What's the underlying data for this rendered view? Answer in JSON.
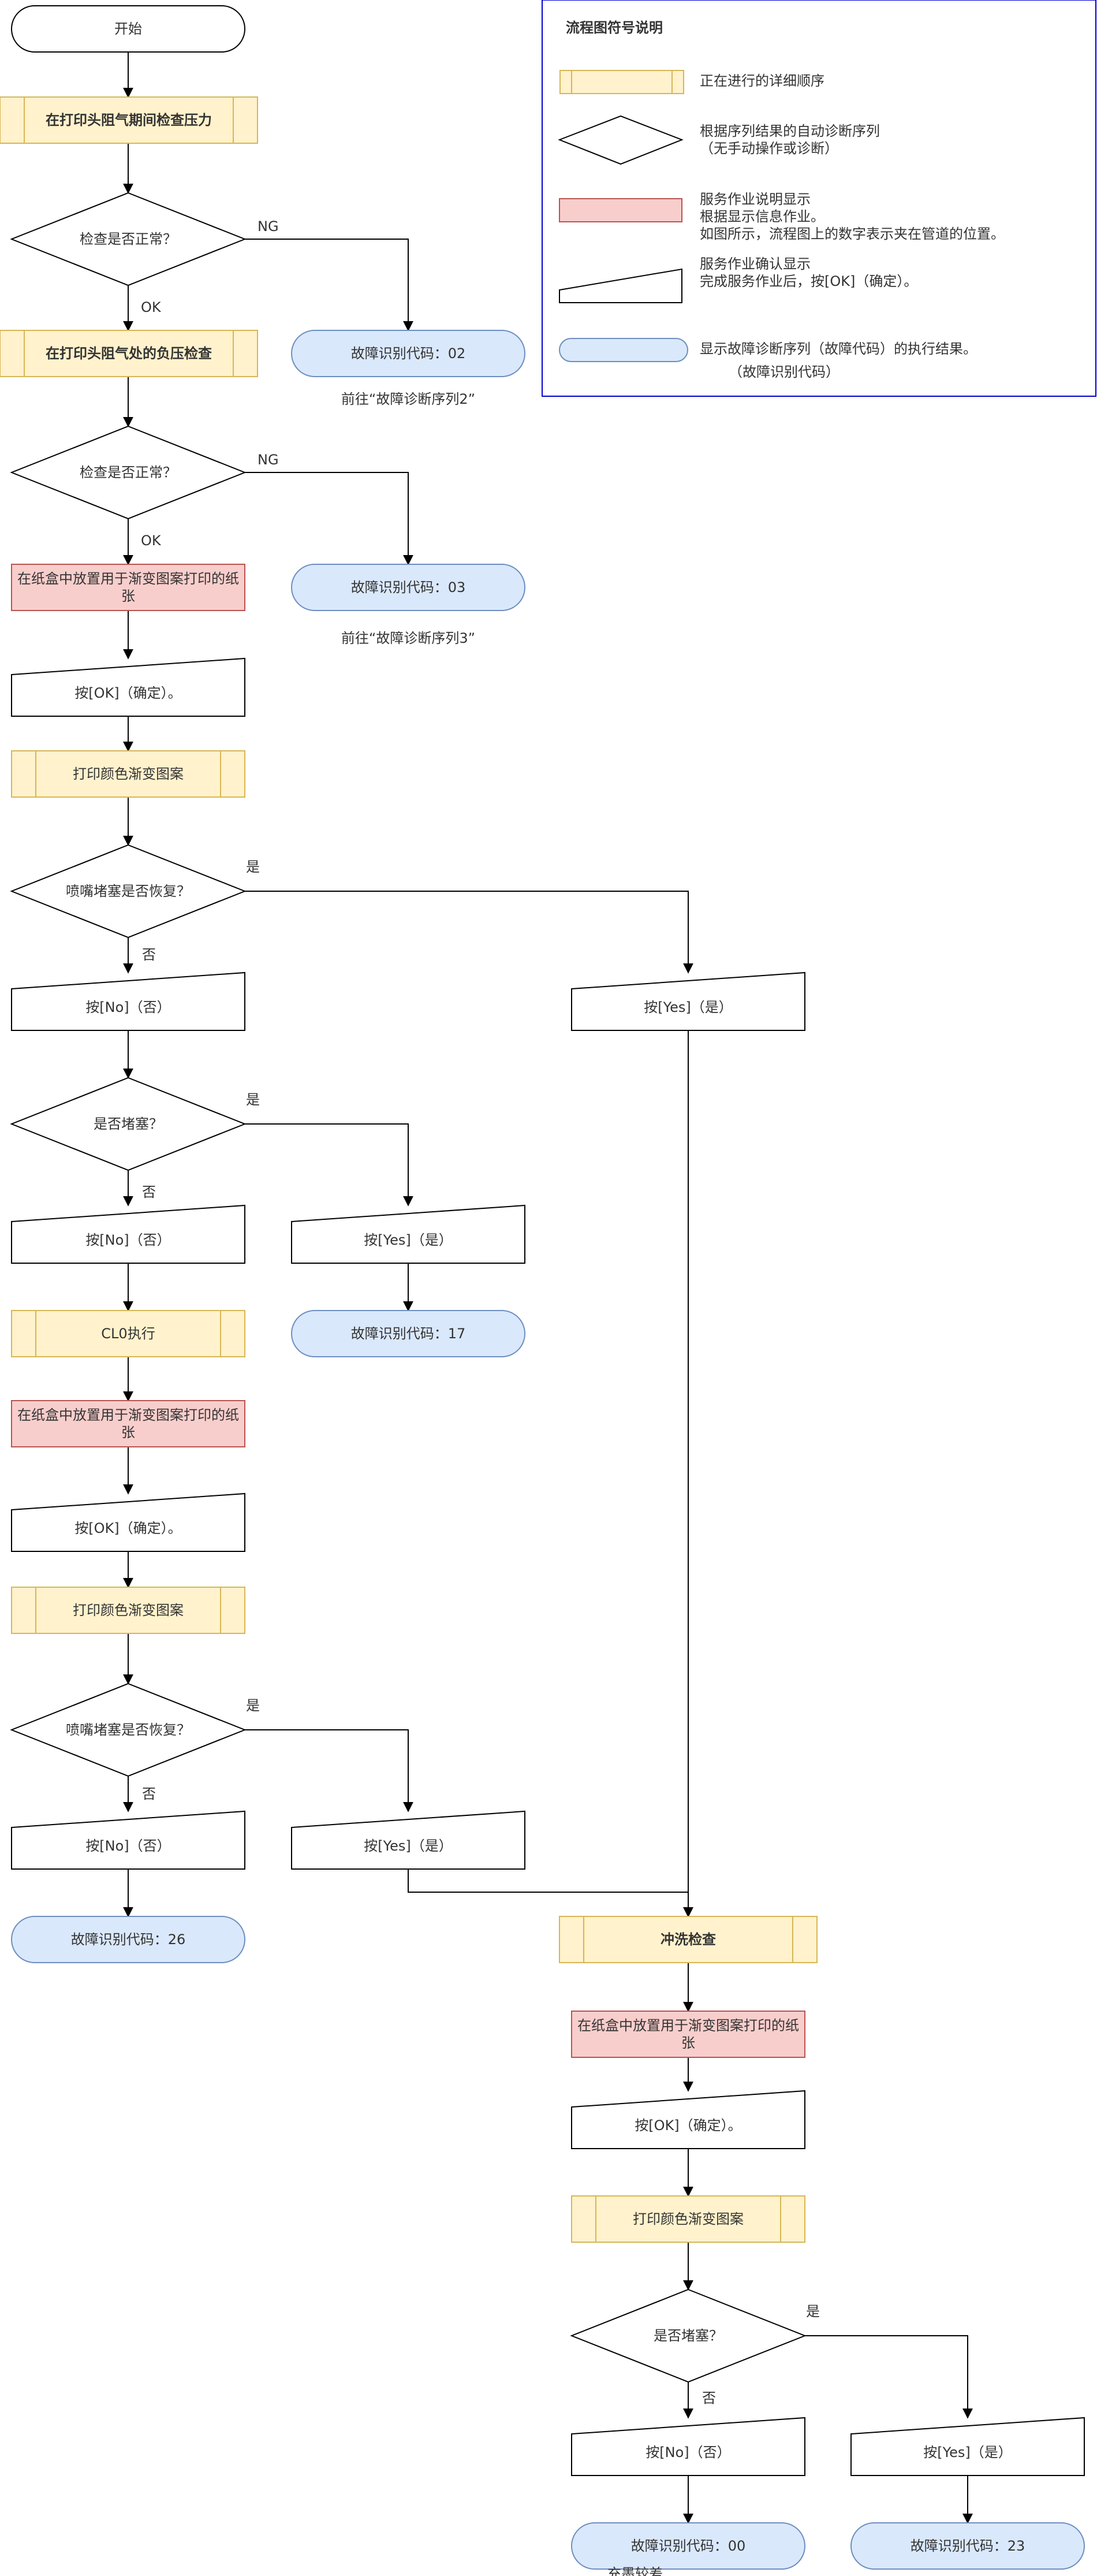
{
  "start": "开始",
  "legend": {
    "title": "流程图符号说明",
    "items": [
      [
        "正在进行的详细顺序"
      ],
      [
        "根据序列结果的自动诊断序列",
        "（无手动操作或诊断）"
      ],
      [
        "服务作业说明显示",
        "根据显示信息作业。",
        "如图所示，流程图上的数字表示夹在管道的位置。"
      ],
      [
        "服务作业确认显示",
        "完成服务作业后，按[OK]（确定）。"
      ],
      [
        "显示故障诊断序列（故障代码）的执行结果。",
        "（故障识别代码）"
      ]
    ]
  },
  "edges": {
    "ng": "NG",
    "ok": "OK",
    "yes": "是",
    "no": "否"
  },
  "colors": {
    "process_fill": "#fff2cc",
    "process_stroke": "#d6b656",
    "service_fill": "#f8cecc",
    "service_stroke": "#b85450",
    "terminal_fill": "#dae8fc",
    "terminal_stroke": "#6c8ebf",
    "legend_border": "#0000cc"
  },
  "nodes": {
    "p_pressure": "在打印头阻气期间检查压力",
    "d_check1": "检查是否正常？",
    "t_code02": "故障识别代码：02",
    "note_seq2": "前往“故障诊断序列2”",
    "p_negative": "在打印头阻气处的负压检查",
    "d_check2": "检查是否正常？",
    "t_code03": "故障识别代码：03",
    "note_seq3": "前往“故障诊断序列3”",
    "s_paper1": [
      "在纸盒中放置用于渐变图案打印的纸",
      "张"
    ],
    "m_ok1": "按[OK]（确定）。",
    "p_print1": "打印颜色渐变图案",
    "d_nozzle1": "喷嘴堵塞是否恢复？",
    "m_no1": "按[No]（否）",
    "m_yes1": "按[Yes]（是）",
    "d_clog1": "是否堵塞？",
    "m_no2": "按[No]（否）",
    "m_yes2": "按[Yes]（是）",
    "t_code17": "故障识别代码：17",
    "p_cl0": "CL0执行",
    "s_paper2": [
      "在纸盒中放置用于渐变图案打印的纸",
      "张"
    ],
    "m_ok2": "按[OK]（确定）。",
    "p_print2": "打印颜色渐变图案",
    "d_nozzle2": "喷嘴堵塞是否恢复？",
    "m_no3": "按[No]（否）",
    "m_yes3": "按[Yes]（是）",
    "t_code26": "故障识别代码：26",
    "p_flush": "冲洗检查",
    "s_paper3": [
      "在纸盒中放置用于渐变图案打印的纸",
      "张"
    ],
    "m_ok3": "按[OK]（确定）。",
    "p_print3": "打印颜色渐变图案",
    "d_clog2": "是否堵塞？",
    "m_no4": "按[No]（否）",
    "m_yes4": "按[Yes]（是）",
    "t_code00": "故障识别代码：00",
    "note_ink": "充墨较差",
    "t_code23": "故障识别代码：23"
  }
}
